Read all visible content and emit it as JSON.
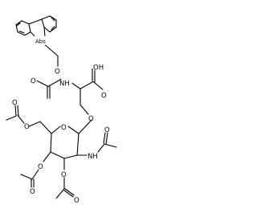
{
  "molecule": {
    "labels": {
      "chiral_flag": "Abs",
      "carbamate_o": "O",
      "carbamate_carbonyl_o": "O",
      "carbamate_nh": "NH",
      "acid_oh": "OH",
      "acid_carbonyl_o": "O",
      "ether_o": "O",
      "ring_o": "O",
      "c6_acetate_o": "O",
      "c6_acetate_carbonyl_o": "O",
      "amide_nh": "NH",
      "amide_carbonyl_o": "O",
      "c4_acetate_o": "O",
      "c4_acetate_carbonyl_o": "O",
      "c3_acetate_o": "O",
      "c3_acetate_carbonyl_o": "O"
    }
  }
}
